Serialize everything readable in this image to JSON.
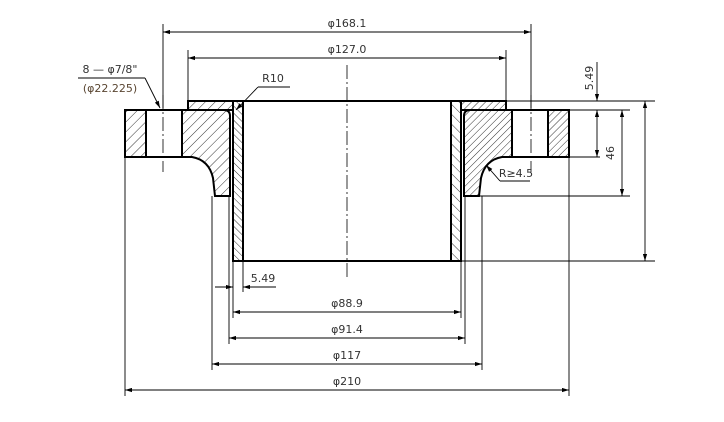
{
  "drawing": {
    "dimensions": {
      "pcd": "φ168.1",
      "raised_face": "φ127.0",
      "bolt_holes_line1": "8 — φ7/8\"",
      "bolt_holes_line2": "(φ22.225)",
      "fillet_top": "R10",
      "fillet_hub": "R≥4.5",
      "face_height": "5.49",
      "flange_height": "46",
      "wall_thickness": "5.49",
      "pipe_id": "φ88.9",
      "pipe_od": "φ91.4",
      "hub_od": "φ117",
      "flange_od": "φ210"
    }
  }
}
